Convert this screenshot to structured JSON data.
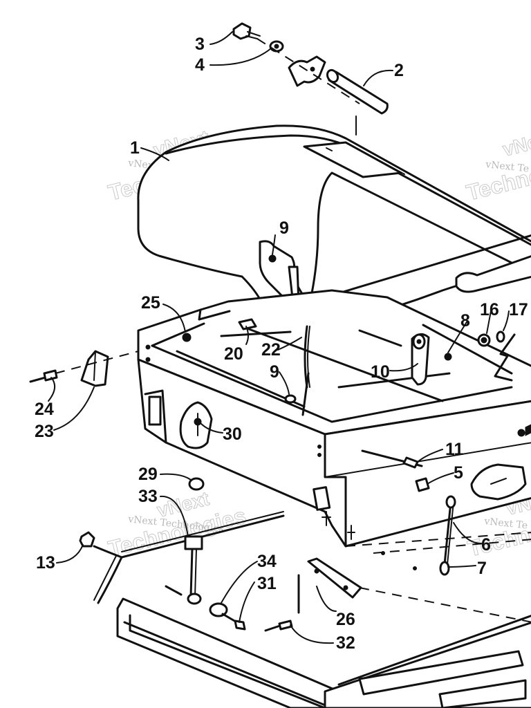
{
  "callouts": {
    "c1": "1",
    "c2": "2",
    "c3": "3",
    "c4": "4",
    "c5": "5",
    "c6": "6",
    "c7": "7",
    "c8": "8",
    "c9a": "9",
    "c9b": "9",
    "c10": "10",
    "c11": "11",
    "c13": "13",
    "c16": "16",
    "c17": "17",
    "c20": "20",
    "c22": "22",
    "c23": "23",
    "c24": "24",
    "c25": "25",
    "c26": "26",
    "c29": "29",
    "c30": "30",
    "c31": "31",
    "c32": "32",
    "c33": "33",
    "c34": "34"
  },
  "watermark": {
    "brand_line": "vNext Technologies",
    "brand_top": "vNext",
    "brand_bottom": "Technologies",
    "brand_cut": "vNext Te",
    "brand_cut_big": "Techno",
    "brand_cut2": "vNext Te",
    "brand_cut2_big": "Technol"
  }
}
